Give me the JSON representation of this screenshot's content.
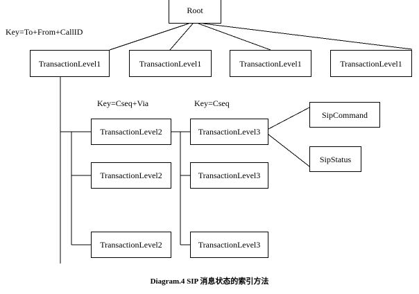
{
  "diagram": {
    "caption": "Diagram.4 SIP 消息状态的索引方法",
    "stroke_color": "#000000",
    "background_color": "#ffffff",
    "nodes": {
      "root": {
        "label": "Root"
      },
      "level1": [
        {
          "label": "TransactionLevel1"
        },
        {
          "label": "TransactionLevel1"
        },
        {
          "label": "TransactionLevel1"
        },
        {
          "label": "TransactionLevel1"
        }
      ],
      "level2": [
        {
          "label": "TransactionLevel2"
        },
        {
          "label": "TransactionLevel2"
        },
        {
          "label": "TransactionLevel2"
        }
      ],
      "level3": [
        {
          "label": "TransactionLevel3"
        },
        {
          "label": "TransactionLevel3"
        },
        {
          "label": "TransactionLevel3"
        }
      ],
      "leaves": [
        {
          "label": "SipCommand"
        },
        {
          "label": "SipStatus"
        }
      ]
    },
    "key_labels": {
      "level1": "Key=To+From+CallID",
      "level2": "Key=Cseq+Via",
      "level3": "Key=Cseq"
    }
  }
}
